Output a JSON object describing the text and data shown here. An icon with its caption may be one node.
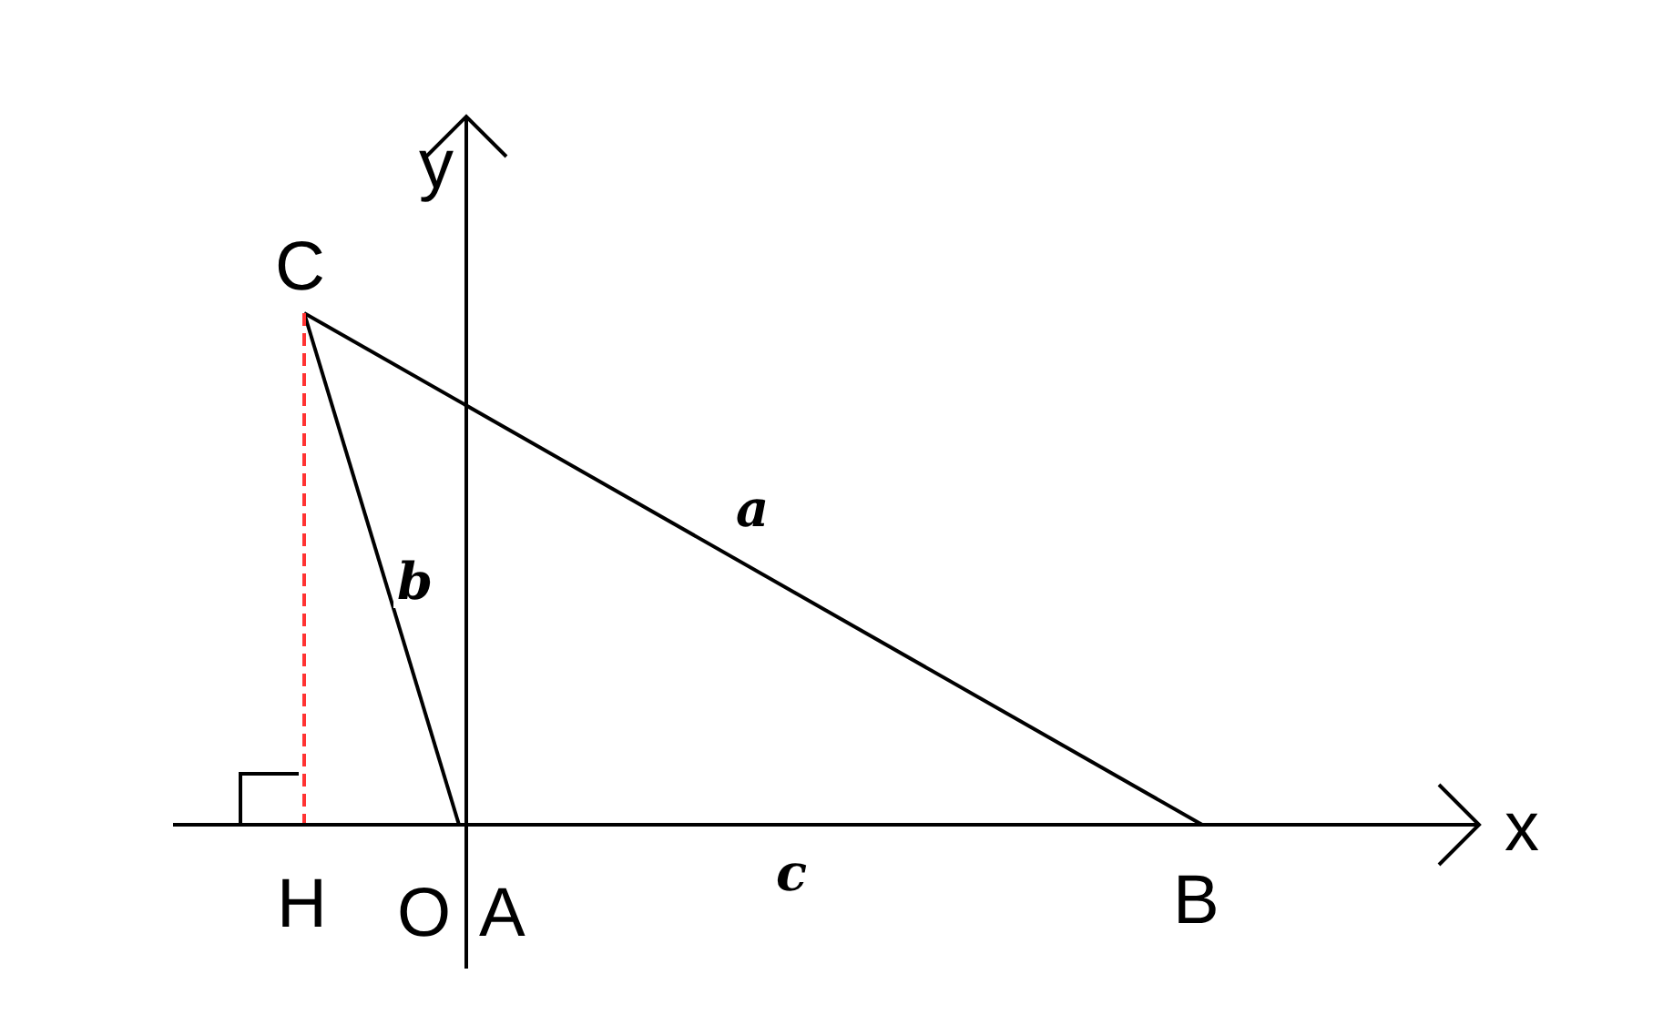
{
  "diagram": {
    "nodes": [
      {
        "text": [
          "C"
        ]
      },
      {
        "text": [
          "H"
        ]
      },
      {
        "text": [
          "A"
        ]
      },
      {
        "text": [
          "B"
        ]
      }
    ],
    "edges": [
      {
        "from": 0,
        "to": 3,
        "arrow": "none",
        "label": "a"
      },
      {
        "from": 0,
        "to": 2,
        "arrow": "none",
        "label": "b"
      },
      {
        "from": 2,
        "to": 3,
        "arrow": "none",
        "label": "c"
      },
      {
        "from": 0,
        "to": 1,
        "arrow": "none",
        "style": "dashed",
        "color": "#ff3333"
      }
    ],
    "labels": [
      "y",
      "x",
      "O"
    ]
  }
}
